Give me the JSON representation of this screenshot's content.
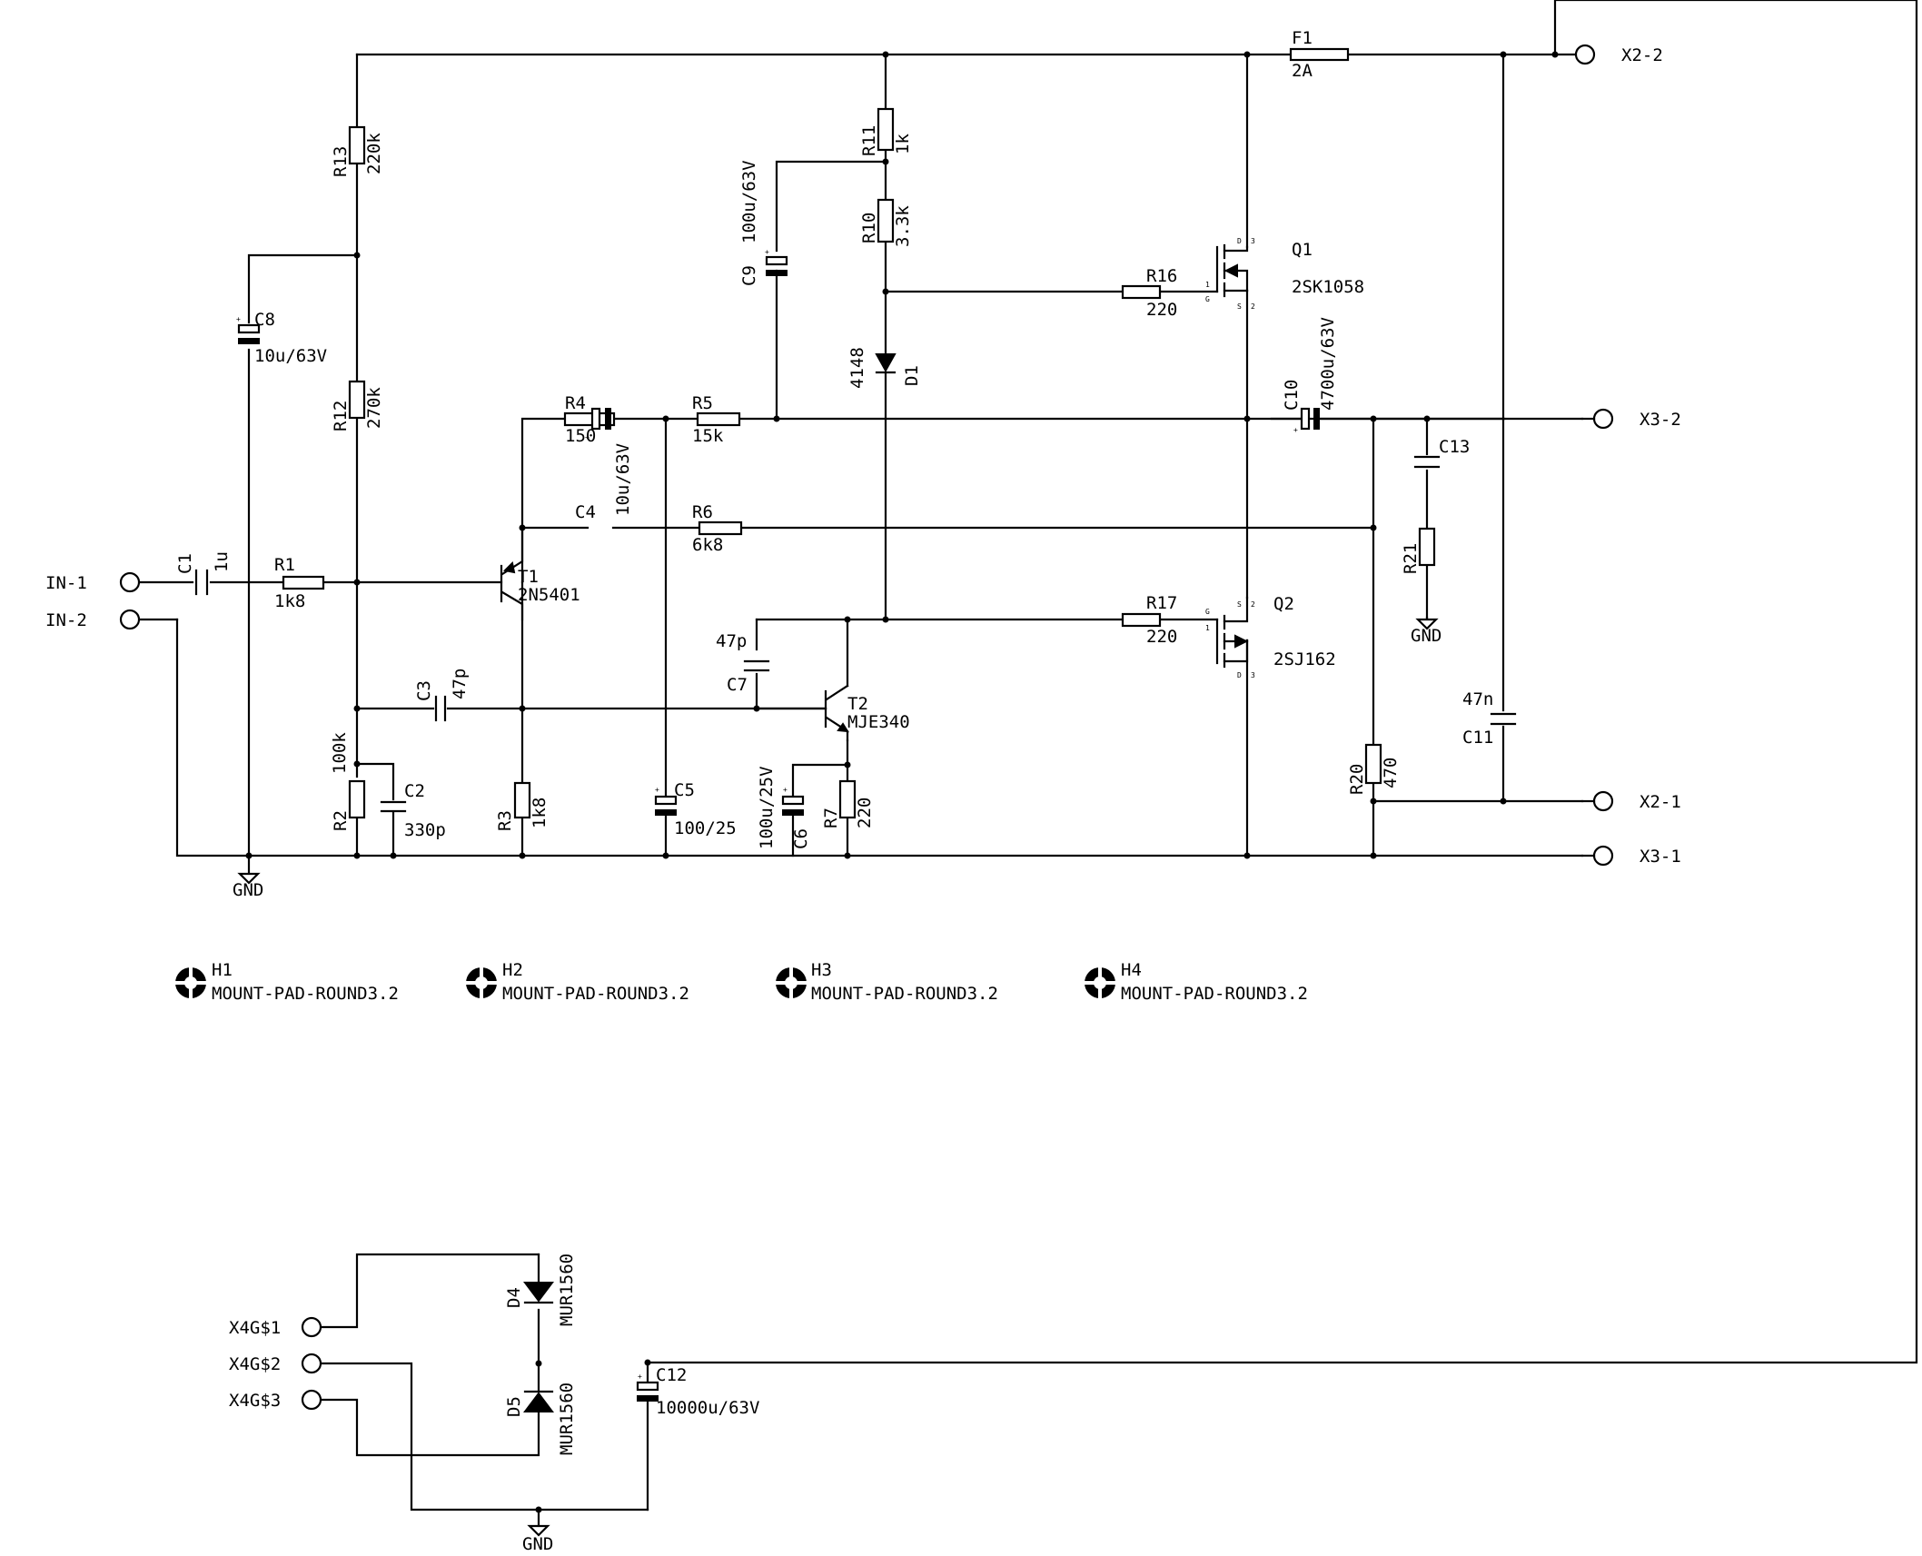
{
  "labels": {
    "in1": "IN-1",
    "in2": "IN-2",
    "x22": "X2-2",
    "x32": "X3-2",
    "x21": "X2-1",
    "x31": "X3-1",
    "x41": "X4G$1",
    "x42": "X4G$2",
    "x43": "X4G$3",
    "gnd1": "GND",
    "gnd2": "GND",
    "gnd3": "GND"
  },
  "components": {
    "f1": {
      "name": "F1",
      "value": "2A"
    },
    "r13": {
      "name": "R13",
      "value": "220k"
    },
    "r12": {
      "name": "R12",
      "value": "270k"
    },
    "r11": {
      "name": "R11",
      "value": "1k"
    },
    "r10": {
      "name": "R10",
      "value": "3.3k"
    },
    "r1": {
      "name": "R1",
      "value": "1k8"
    },
    "r4": {
      "name": "R4",
      "value": "150"
    },
    "r5": {
      "name": "R5",
      "value": "15k"
    },
    "r6": {
      "name": "R6",
      "value": "6k8"
    },
    "r16": {
      "name": "R16",
      "value": "220"
    },
    "r17": {
      "name": "R17",
      "value": "220"
    },
    "r2": {
      "name": "R2",
      "value": "100k"
    },
    "r3": {
      "name": "R3",
      "value": "1k8"
    },
    "r7": {
      "name": "R7",
      "value": "220"
    },
    "r20": {
      "name": "R20",
      "value": "470"
    },
    "r21": {
      "name": "R21",
      "value": ""
    },
    "c1": {
      "name": "C1",
      "value": "1u"
    },
    "c2": {
      "name": "C2",
      "value": "330p"
    },
    "c3": {
      "name": "C3",
      "value": "47p"
    },
    "c4": {
      "name": "C4",
      "value": "10u/63V"
    },
    "c5": {
      "name": "C5",
      "value": "100/25"
    },
    "c6": {
      "name": "C6",
      "value": "100u/25V"
    },
    "c7": {
      "name": "C7",
      "value": "47p"
    },
    "c8": {
      "name": "C8",
      "value": "10u/63V"
    },
    "c9": {
      "name": "C9",
      "value": "100u/63V"
    },
    "c10": {
      "name": "C10",
      "value": "4700u/63V"
    },
    "c11": {
      "name": "C11",
      "value": "47n"
    },
    "c12": {
      "name": "C12",
      "value": "10000u/63V"
    },
    "c13": {
      "name": "C13",
      "value": ""
    },
    "d1": {
      "name": "D1",
      "value": "4148"
    },
    "d4": {
      "name": "D4",
      "value": "MUR1560"
    },
    "d5": {
      "name": "D5",
      "value": "MUR1560"
    },
    "t1": {
      "name": "T1",
      "value": "2N5401"
    },
    "t2": {
      "name": "T2",
      "value": "MJE340"
    },
    "q1": {
      "name": "Q1",
      "value": "2SK1058"
    },
    "q2": {
      "name": "Q2",
      "value": "2SJ162"
    }
  },
  "pins": {
    "q1": {
      "d": "D",
      "d_num": "3",
      "g": "G",
      "g_num": "1",
      "s": "S",
      "s_num": "2"
    },
    "q2": {
      "s": "S",
      "s_num": "2",
      "g": "G",
      "g_num": "1",
      "d": "D",
      "d_num": "3"
    }
  },
  "mounting_pads": [
    {
      "name": "H1",
      "value": "MOUNT-PAD-ROUND3.2"
    },
    {
      "name": "H2",
      "value": "MOUNT-PAD-ROUND3.2"
    },
    {
      "name": "H3",
      "value": "MOUNT-PAD-ROUND3.2"
    },
    {
      "name": "H4",
      "value": "MOUNT-PAD-ROUND3.2"
    }
  ]
}
